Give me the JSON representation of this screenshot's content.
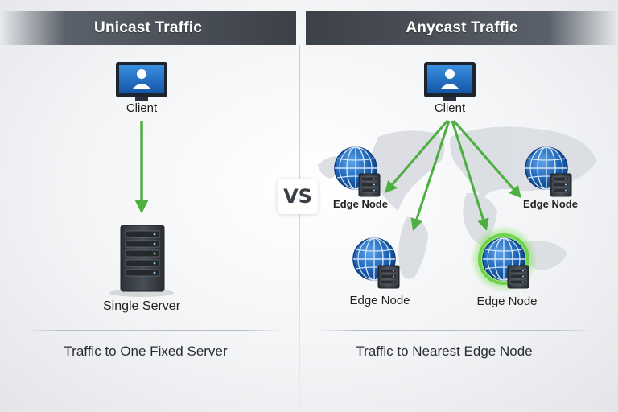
{
  "left_panel": {
    "title": "Unicast Traffic",
    "client_label": "Client",
    "server_label": "Single Server",
    "footer": "Traffic to One Fixed Server"
  },
  "right_panel": {
    "title": "Anycast Traffic",
    "client_label": "Client",
    "edge_nodes": [
      {
        "label": "Edge Node",
        "position": "upper-left",
        "highlighted": false
      },
      {
        "label": "Edge Node",
        "position": "upper-right",
        "highlighted": false
      },
      {
        "label": "Edge Node",
        "position": "lower-left",
        "highlighted": false
      },
      {
        "label": "Edge Node",
        "position": "lower-right",
        "highlighted": true
      }
    ],
    "footer": "Traffic to Nearest Edge Node"
  },
  "vs_label": "VS",
  "colors": {
    "arrow": "#4caf3f",
    "monitor_screen": "#1f6fc4",
    "globe": "#1d63b3",
    "server_body": "#3d424a",
    "highlight_glow": "#6ed24a",
    "header_bar": "#4b5058"
  }
}
